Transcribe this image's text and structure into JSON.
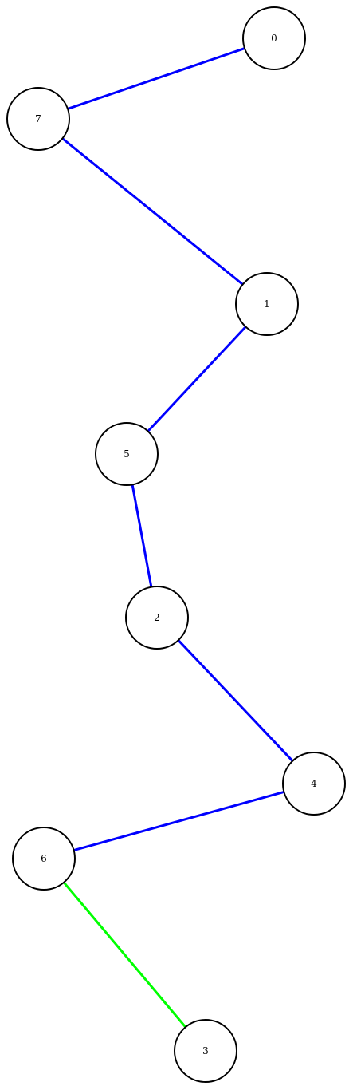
{
  "colors": {
    "blue_edge": "#0000ff",
    "green_edge": "#00ff00",
    "node_stroke": "#000000",
    "node_fill": "#ffffff"
  },
  "nodes": [
    {
      "id": "0",
      "label": "0"
    },
    {
      "id": "7",
      "label": "7"
    },
    {
      "id": "1",
      "label": "1"
    },
    {
      "id": "5",
      "label": "5"
    },
    {
      "id": "2",
      "label": "2"
    },
    {
      "id": "4",
      "label": "4"
    },
    {
      "id": "6",
      "label": "6"
    },
    {
      "id": "3",
      "label": "3"
    }
  ],
  "edges": [
    {
      "from": "0",
      "to": "7",
      "color": "blue"
    },
    {
      "from": "7",
      "to": "1",
      "color": "blue"
    },
    {
      "from": "1",
      "to": "5",
      "color": "blue"
    },
    {
      "from": "5",
      "to": "2",
      "color": "blue"
    },
    {
      "from": "2",
      "to": "4",
      "color": "blue"
    },
    {
      "from": "4",
      "to": "6",
      "color": "blue"
    },
    {
      "from": "6",
      "to": "3",
      "color": "green"
    }
  ]
}
